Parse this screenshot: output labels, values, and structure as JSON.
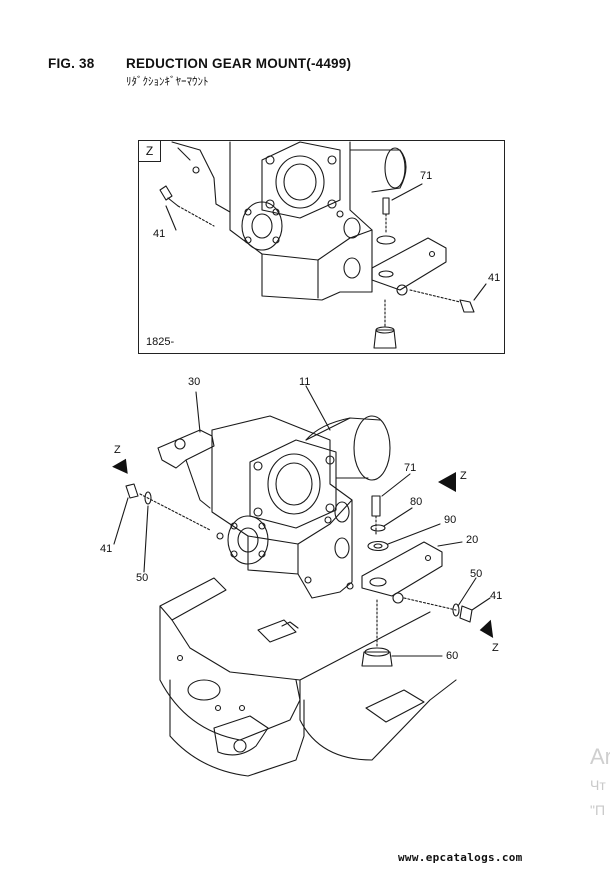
{
  "header": {
    "fig_number": "FIG. 38",
    "title": "REDUCTION GEAR MOUNT(-4499)",
    "subtitle": "ﾘﾀﾞｸｼｮﾝｷﾞﾔｰﾏｳﾝﾄ"
  },
  "inset": {
    "view_label": "Z",
    "serial_range": "1825-",
    "callouts": [
      "71",
      "41",
      "41"
    ]
  },
  "main": {
    "callouts": [
      "30",
      "11",
      "71",
      "80",
      "90",
      "20",
      "50",
      "41",
      "60",
      "41",
      "50"
    ],
    "view_markers": [
      "Z",
      "Z",
      "Z"
    ]
  },
  "watermark": {
    "line1": "Ar",
    "line2": "Чт",
    "line3": "\"П"
  },
  "footer": {
    "site": "www.epcatalogs.com"
  }
}
